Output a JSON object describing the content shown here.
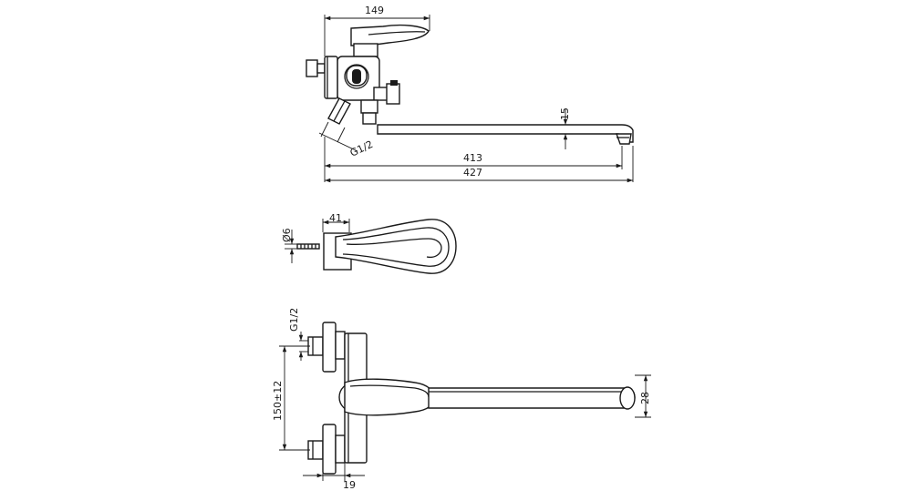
{
  "dimensions": {
    "top_width": "149",
    "spout_height": "15",
    "thread_top": "G1/2",
    "reach_inner": "413",
    "reach_total": "427",
    "handle_diameter": "Ø6",
    "handle_depth": "41",
    "thread_front": "G1/2",
    "center_distance": "150±12",
    "spout_diameter": "28",
    "eccentric_depth": "19"
  }
}
